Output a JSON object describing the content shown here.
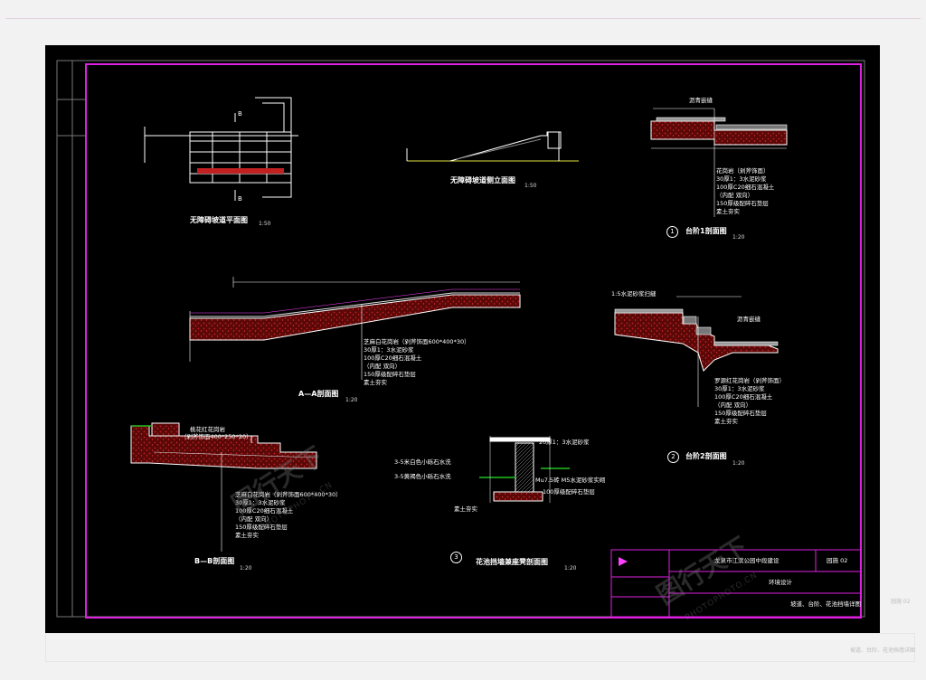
{
  "plan": {
    "title": "无障碍坡道平面图",
    "scale": "1:50"
  },
  "elevation": {
    "title": "无障碍坡道侧立面图",
    "scale": "1:50"
  },
  "step1": {
    "label_top": "沥青嵌缝",
    "notes": [
      "花岗岩（剁斧饰面）",
      "30厚1：3水泥砂浆",
      "100厚C20细石混凝土",
      "（内配          双向）",
      "150厚级配碎石垫层",
      "素土夯实"
    ],
    "num": "1",
    "title": "台阶1剖面图",
    "scale": "1:20"
  },
  "sectionA": {
    "notes": [
      "芝麻白花岗岩（剁斧饰面600*400*30）",
      "30厚1：3水泥砂浆",
      "100厚C20细石混凝土",
      "（内配          双向）",
      "150厚级配碎石垫层",
      "素土夯实"
    ],
    "title": "A—A剖面图",
    "scale": "1:20"
  },
  "step2": {
    "label_top": "1:5水泥砂浆扫缝",
    "label_mid": "沥青嵌缝",
    "notes": [
      "罗源红花岗岩（剁斧饰面）",
      "30厚1：3水泥砂浆",
      "100厚C20细石混凝土",
      "（内配          双向）",
      "150厚级配碎石垫层",
      "素土夯实"
    ],
    "num": "2",
    "title": "台阶2剖面图",
    "scale": "1:20"
  },
  "sectionB": {
    "label_top1": "桃花红花岗岩",
    "label_top2": "（剁斧饰面400*250*20）",
    "notes": [
      "芝麻白花岗岩（剁斧饰面600*400*30）",
      "30厚1：3水泥砂浆",
      "100厚C20细石混凝土",
      "（内配          双向）",
      "150厚级配碎石垫层",
      "素土夯实"
    ],
    "title": "B—B剖面图",
    "scale": "1:20"
  },
  "planter": {
    "label_top": "20厚1：3水泥砂浆",
    "label_l1": "3-5米白色小砾石水洗",
    "label_l2": "3-5黄褐色小砾石水洗",
    "label_r": "Mu7.5砖 M5水泥砂浆实砌",
    "label_bed": "100厚级配碎石垫层",
    "label_soil": "素土夯实",
    "num": "3",
    "title": "花池挡墙兼座凳剖面图",
    "scale": "1:20"
  },
  "titleblock": {
    "project": "龙泉市江滨公园中段建设",
    "drawing_no": "园施 02",
    "design": "环境设计",
    "content": "坡道、台阶、花池挡墙详图"
  },
  "watermark": {
    "brand": "图行天下",
    "site": "PHOTOPHOTO.CN"
  },
  "ghost": {
    "code": "园施 02",
    "content": "坡道、台阶、花池挡墙详图"
  },
  "colors": {
    "frame": "#e020e0",
    "line": "#ffffff",
    "fill": "#8a1010",
    "cyan": "#40e0e0",
    "yellow": "#ffff60"
  }
}
